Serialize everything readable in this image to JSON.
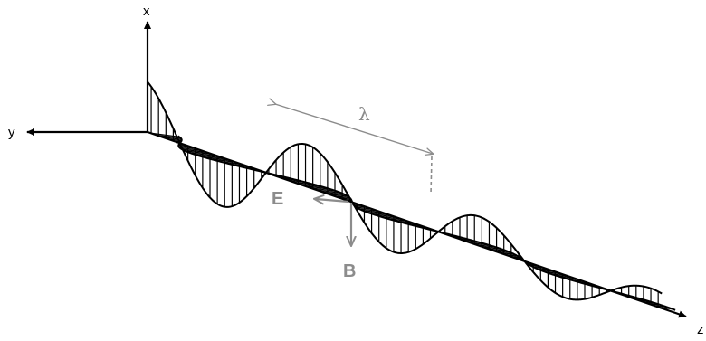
{
  "axes": {
    "x_label": "x",
    "y_label": "y",
    "z_label": "z"
  },
  "labels": {
    "electric_field": "E",
    "magnetic_field": "B",
    "wavelength": "λ"
  },
  "colors": {
    "wave": "#000000",
    "annotation": "#8c8c8c"
  }
}
